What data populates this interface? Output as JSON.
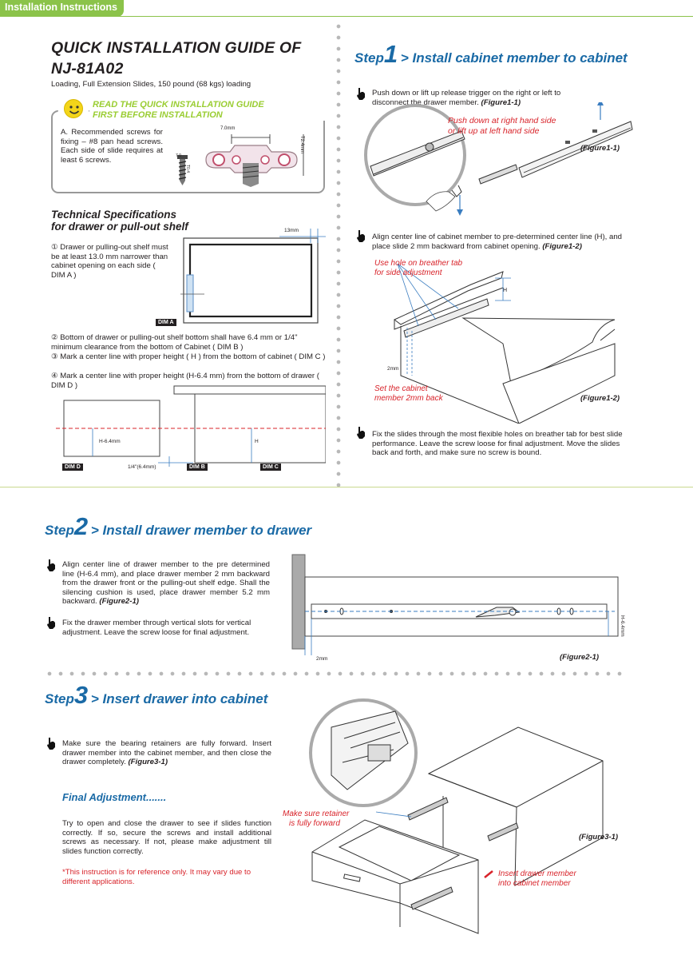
{
  "header": {
    "tag": "Installation Instructions"
  },
  "guide": {
    "title_line1": "QUICK INSTALLATION GUIDE OF",
    "title_line2": "NJ-81A02",
    "subtitle": "Loading, Full Extension Slides, 150 pound (68 kgs) loading",
    "read_line1": "READ THE QUICK INSTALLATION GUIDE",
    "read_line2": "FIRST BEFORE INSTALLATION",
    "screws_text": "A. Recommended screws for fixing – #8 pan head screws. Each side of slide requires at least 6 screws.",
    "dim_7mm": "7.0mm",
    "dim_t24": "T2.4mm",
    "dim_small1": "7.0",
    "dim_small2": "T0.4"
  },
  "specs": {
    "title_line1": "Technical Specifications",
    "title_line2": "for drawer or pull-out shelf",
    "item1": "① Drawer or pulling-out shelf must be at least 13.0 mm narrower than cabinet opening on each side ( DIM A )",
    "dim_13mm": "13mm",
    "dim_a": "DIM A",
    "item2": "② Bottom of drawer or pulling-out shelf bottom shall have 6.4 mm or 1/4\" minimum clearance from the bottom of Cabinet ( DIM B )",
    "item3": "③ Mark a center line with proper height ( H ) from the bottom of cabinet ( DIM C )",
    "item4": "④ Mark a center line with proper height (H-6.4 mm) from the bottom of drawer ( DIM D )",
    "dim_h64": "H-6.4mm",
    "dim_h": "H",
    "dim_quarter": "1/4\"(6.4mm)",
    "dim_d": "DIM D",
    "dim_b": "DIM B",
    "dim_c": "DIM C"
  },
  "step1": {
    "word": "Step",
    "num": "1",
    "title": "> Install cabinet member to cabinet",
    "instr1": "Push down or lift up release trigger on the right or left to disconnect the drawer member.",
    "instr1_fig": "(Figure1-1)",
    "note1_line1": "Push down at right hand side",
    "note1_line2": "or lift up at left hand side",
    "fig1": "(Figure1-1)",
    "instr2": "Align center line of cabinet member to pre-determined center line (H), and place slide 2 mm backward from cabinet opening.",
    "instr2_fig": "(Figure1-2)",
    "note2_line1": "Use hole on breather tab",
    "note2_line2": "for side adjustment",
    "dim_h": "H",
    "dim_2mm": "2mm",
    "note3_line1": "Set the cabinet",
    "note3_line2": "member 2mm back",
    "fig2": "(Figure1-2)",
    "instr3": "Fix the slides through the most flexible holes on breather tab for best slide performance.  Leave the screw loose for final adjustment.  Move the slides back and forth, and make sure no screw is bound."
  },
  "step2": {
    "word": "Step",
    "num": "2",
    "title": "> Install drawer member to drawer",
    "instr1": "Align center line of drawer member to the pre determined line (H-6.4 mm), and place drawer member 2 mm backward from the drawer front or the pulling-out shelf edge. Shall the silencing cushion is used, place drawer member 5.2 mm backward.",
    "instr1_fig": "(Figure2-1)",
    "instr2": "Fix the drawer member through vertical slots for vertical adjustment. Leave the screw loose for final adjustment.",
    "dim_2mm": "2mm",
    "dim_h64": "H-6.4mm",
    "fig": "(Figure2-1)"
  },
  "step3": {
    "word": "Step",
    "num": "3",
    "title": "> Insert drawer into cabinet",
    "instr": "Make sure the bearing retainers are fully forward. Insert drawer member into the cabinet member, and then close the drawer completely.",
    "instr_fig": "(Figure3-1)",
    "final_title": "Final Adjustment.......",
    "final_text": "Try to open and close the drawer to see if slides function correctly. If so, secure the screws and install additional screws as necessary. If not, please make adjustment till slides function correctly.",
    "disclaimer": "*This instruction is for reference only. It may vary due to different applications.",
    "note1_line1": "Make sure retainer",
    "note1_line2": "is fully forward",
    "note2_line1": "Insert drawer member",
    "note2_line2": "into cabinet member",
    "fig": "(Figure3-1)"
  }
}
